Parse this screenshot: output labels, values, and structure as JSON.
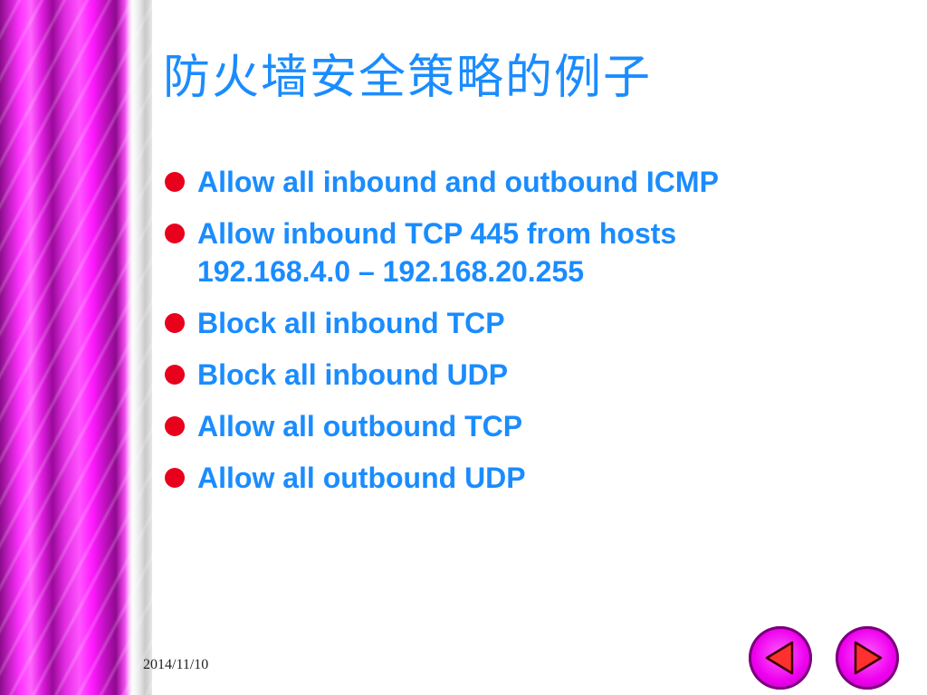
{
  "slide": {
    "title": "防火墙安全策略的例子",
    "bullets": [
      "Allow all inbound and outbound ICMP",
      "Allow inbound TCP 445 from hosts 192.168.4.0 – 192.168.20.255",
      "Block all inbound TCP",
      "Block all inbound UDP",
      "Allow all outbound TCP",
      "Allow all outbound UDP"
    ],
    "date": "2014/11/10"
  },
  "colors": {
    "title": "#1a8cff",
    "bullet_text": "#1a8cff",
    "bullet_dot": "#e8001c",
    "band": "#ff33ff",
    "nav_button": "#ee00ee"
  },
  "icons": {
    "prev": "left-triangle-icon",
    "next": "right-triangle-icon"
  }
}
